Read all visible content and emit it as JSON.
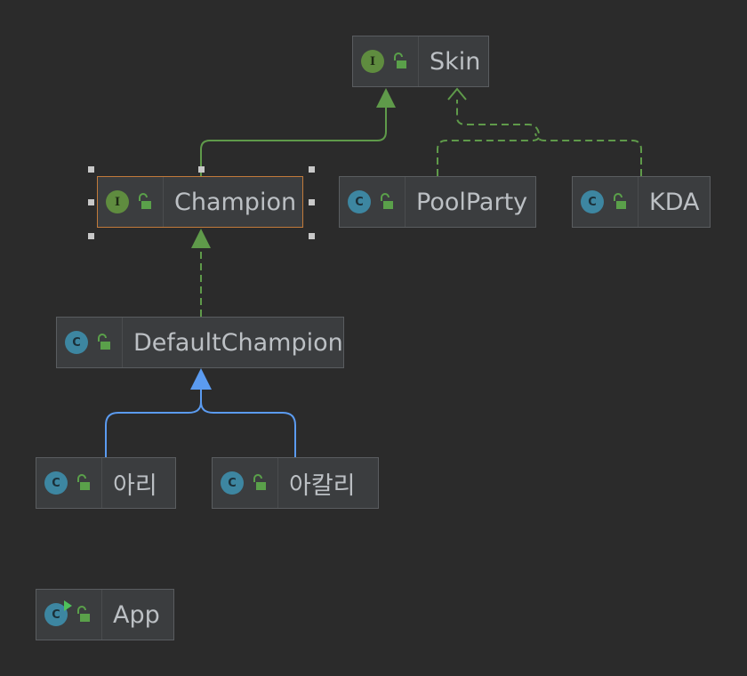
{
  "diagram": {
    "nodes": [
      {
        "id": "skin",
        "label": "Skin",
        "kind": "interface",
        "kind_letter": "I"
      },
      {
        "id": "champion",
        "label": "Champion",
        "kind": "interface",
        "kind_letter": "I"
      },
      {
        "id": "poolparty",
        "label": "PoolParty",
        "kind": "class",
        "kind_letter": "C"
      },
      {
        "id": "kda",
        "label": "KDA",
        "kind": "class",
        "kind_letter": "C"
      },
      {
        "id": "defaultchampion",
        "label": "DefaultChampion",
        "kind": "class",
        "kind_letter": "C"
      },
      {
        "id": "ari",
        "label": "아리",
        "kind": "class",
        "kind_letter": "C"
      },
      {
        "id": "akali",
        "label": "아칼리",
        "kind": "class",
        "kind_letter": "C"
      },
      {
        "id": "app",
        "label": "App",
        "kind": "class",
        "kind_letter": "C"
      }
    ],
    "edges": [
      {
        "from": "champion",
        "to": "skin",
        "relation": "extends",
        "style": "solid",
        "color": "#5f9a4a"
      },
      {
        "from": "poolparty",
        "to": "skin",
        "relation": "implements",
        "style": "dashed",
        "color": "#5f9a4a"
      },
      {
        "from": "kda",
        "to": "skin",
        "relation": "implements",
        "style": "dashed",
        "color": "#5f9a4a"
      },
      {
        "from": "defaultchampion",
        "to": "champion",
        "relation": "implements",
        "style": "dashed",
        "color": "#5f9a4a"
      },
      {
        "from": "ari",
        "to": "defaultchampion",
        "relation": "extends",
        "style": "solid",
        "color": "#5b9bf0"
      },
      {
        "from": "akali",
        "to": "defaultchampion",
        "relation": "extends",
        "style": "solid",
        "color": "#5b9bf0"
      }
    ],
    "selected": "champion"
  },
  "colors": {
    "background": "#2b2b2b",
    "node_bg": "#3b3d3f",
    "selection_border": "#c27a3a",
    "implements_arrow": "#5f9a4a",
    "extends_class_arrow": "#5b9bf0",
    "interface_badge": "#5f8c3f",
    "class_badge": "#3d86a1",
    "lock_icon": "#5aa04a"
  }
}
